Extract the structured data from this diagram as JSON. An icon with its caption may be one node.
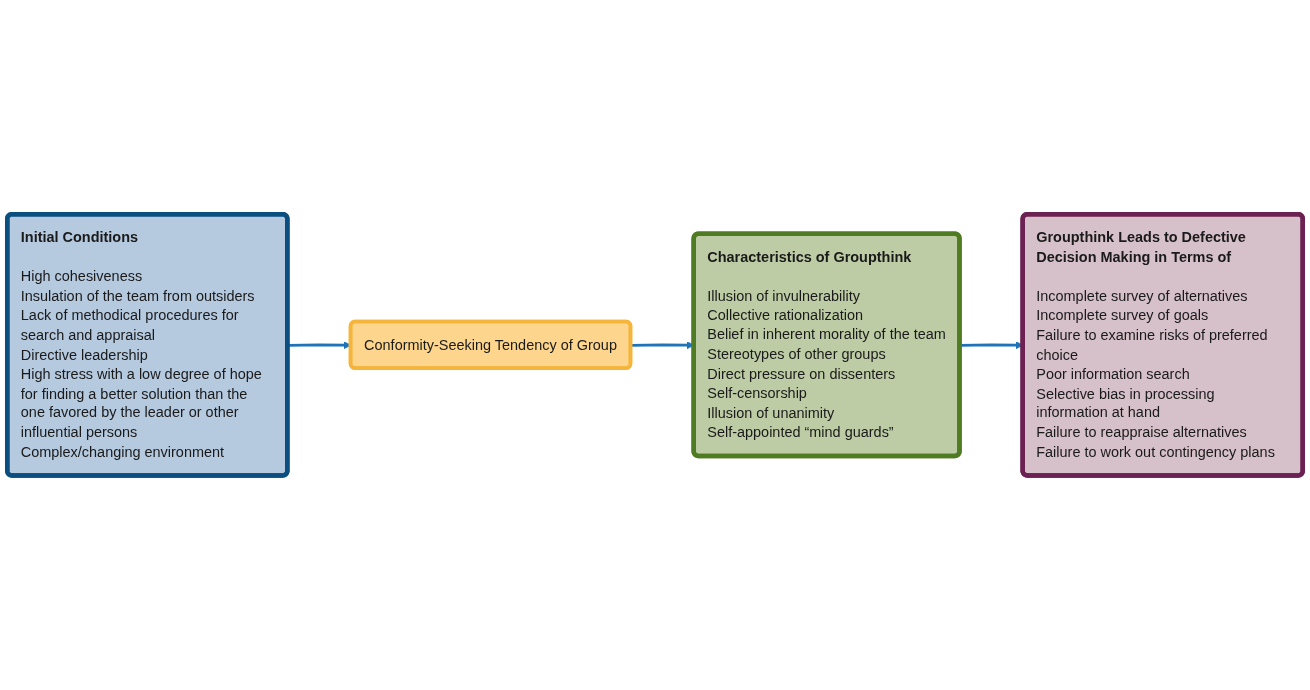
{
  "diagram": {
    "nodes": [
      {
        "text": [
          "Initial Conditions",
          "High cohesiveness",
          "Insulation of the team from outsiders",
          "Lack of methodical procedures for search and appraisal",
          "Directive leadership",
          "High stress with a low degree of hope for finding a better solution than the one favored by the leader or other influential persons",
          "Complex/changing environment"
        ]
      },
      {
        "text": [
          "Conformity-Seeking Tendency of Group"
        ]
      },
      {
        "text": [
          "Characteristics of Groupthink",
          "Illusion of invulnerability",
          "Collective rationalization",
          "Belief in inherent morality of the team",
          "Stereotypes of other groups",
          "Direct pressure on dissenters",
          "Self-censorship",
          "Illusion of unanimity",
          "Self-appointed “mind guards”"
        ]
      },
      {
        "text": [
          "Groupthink Leads to Defective Decision Making in Terms of",
          "Incomplete survey of alternatives",
          "Incomplete survey of goals",
          "Failure to examine risks of preferred choice",
          "Poor information search",
          "Selective bias in processing information at hand",
          "Failure to reappraise alternatives",
          "Failure to work out contingency plans"
        ]
      }
    ],
    "edges": [
      {
        "from": 0,
        "to": 1,
        "arrow": "to"
      },
      {
        "from": 1,
        "to": 2,
        "arrow": "to"
      },
      {
        "from": 2,
        "to": 3,
        "arrow": "to"
      }
    ]
  }
}
